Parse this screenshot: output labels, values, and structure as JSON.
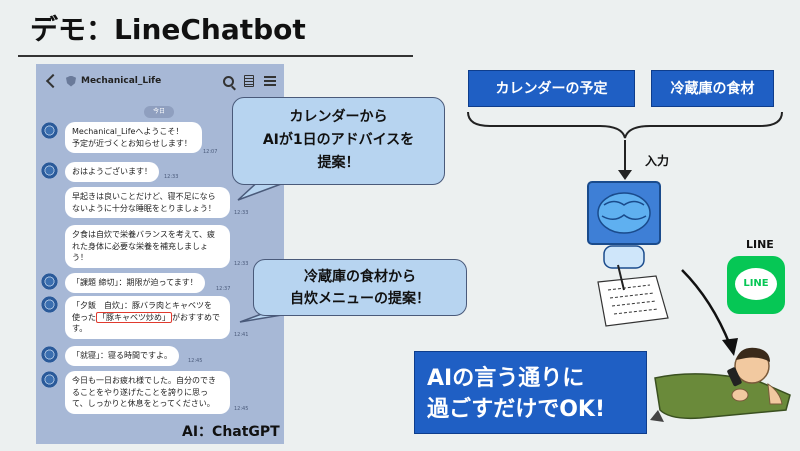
{
  "slide": {
    "title": "デモ：LineChatbot",
    "credit": "AI：ChatGPT"
  },
  "chat": {
    "name": "Mechanical_Life",
    "date_label": "今日",
    "messages": [
      {
        "text": "Mechanical_Lifeへようこそ！\n予定が近づくとお知らせします！",
        "time": "12:07"
      },
      {
        "text": "おはようございます！",
        "time": "12:33"
      },
      {
        "text": "早起きは良いことだけど、寝不足になら\nないように十分な睡眠をとりましょう！",
        "time": "12:33"
      },
      {
        "text": "夕食は自炊で栄養バランスを考えて、疲\nれた身体に必要な栄養を補充しましょ\nう！",
        "time": "12:33"
      },
      {
        "text": "「課題 締切」：期限が迫ってます！",
        "time": "12:37"
      },
      {
        "text_before": "「夕飯　自炊」：豚バラ肉とキャベツを\n使った",
        "highlight": "「豚キャベツ炒め」",
        "text_after": "がおすすめで\nす。",
        "time": "12:41"
      },
      {
        "text": "「就寝」：寝る時間ですよ。",
        "time": "12:45"
      },
      {
        "text": "今日も一日お疲れ様でした。自分のでき\nることをやり遂げたことを誇りに思っ\nて、しっかりと休息をとってください。",
        "time": "12:45"
      }
    ]
  },
  "callouts": {
    "calendar_advice": "カレンダーから\nAIが1日のアドバイスを\n提案！",
    "fridge_menu": "冷蔵庫の食材から\n自炊メニューの提案！"
  },
  "inputs": {
    "calendar_tag": "カレンダーの予定",
    "fridge_tag": "冷蔵庫の食材",
    "input_label": "入力"
  },
  "line": {
    "label": "LINE",
    "logo_text": "LINE"
  },
  "conclusion": "AIの言う通りに\n過ごすだけでOK!",
  "icons": [
    "back-icon",
    "shield-icon",
    "search-icon",
    "note-icon",
    "menu-icon",
    "robot-brain-icon",
    "line-logo-icon",
    "relaxing-person-icon"
  ],
  "colors": {
    "accent_blue": "#1f5fc4",
    "callout_blue": "#b7d4f0",
    "chat_bg": "#a7b8d6",
    "line_green": "#06c755",
    "highlight_red": "#e03a2e"
  }
}
